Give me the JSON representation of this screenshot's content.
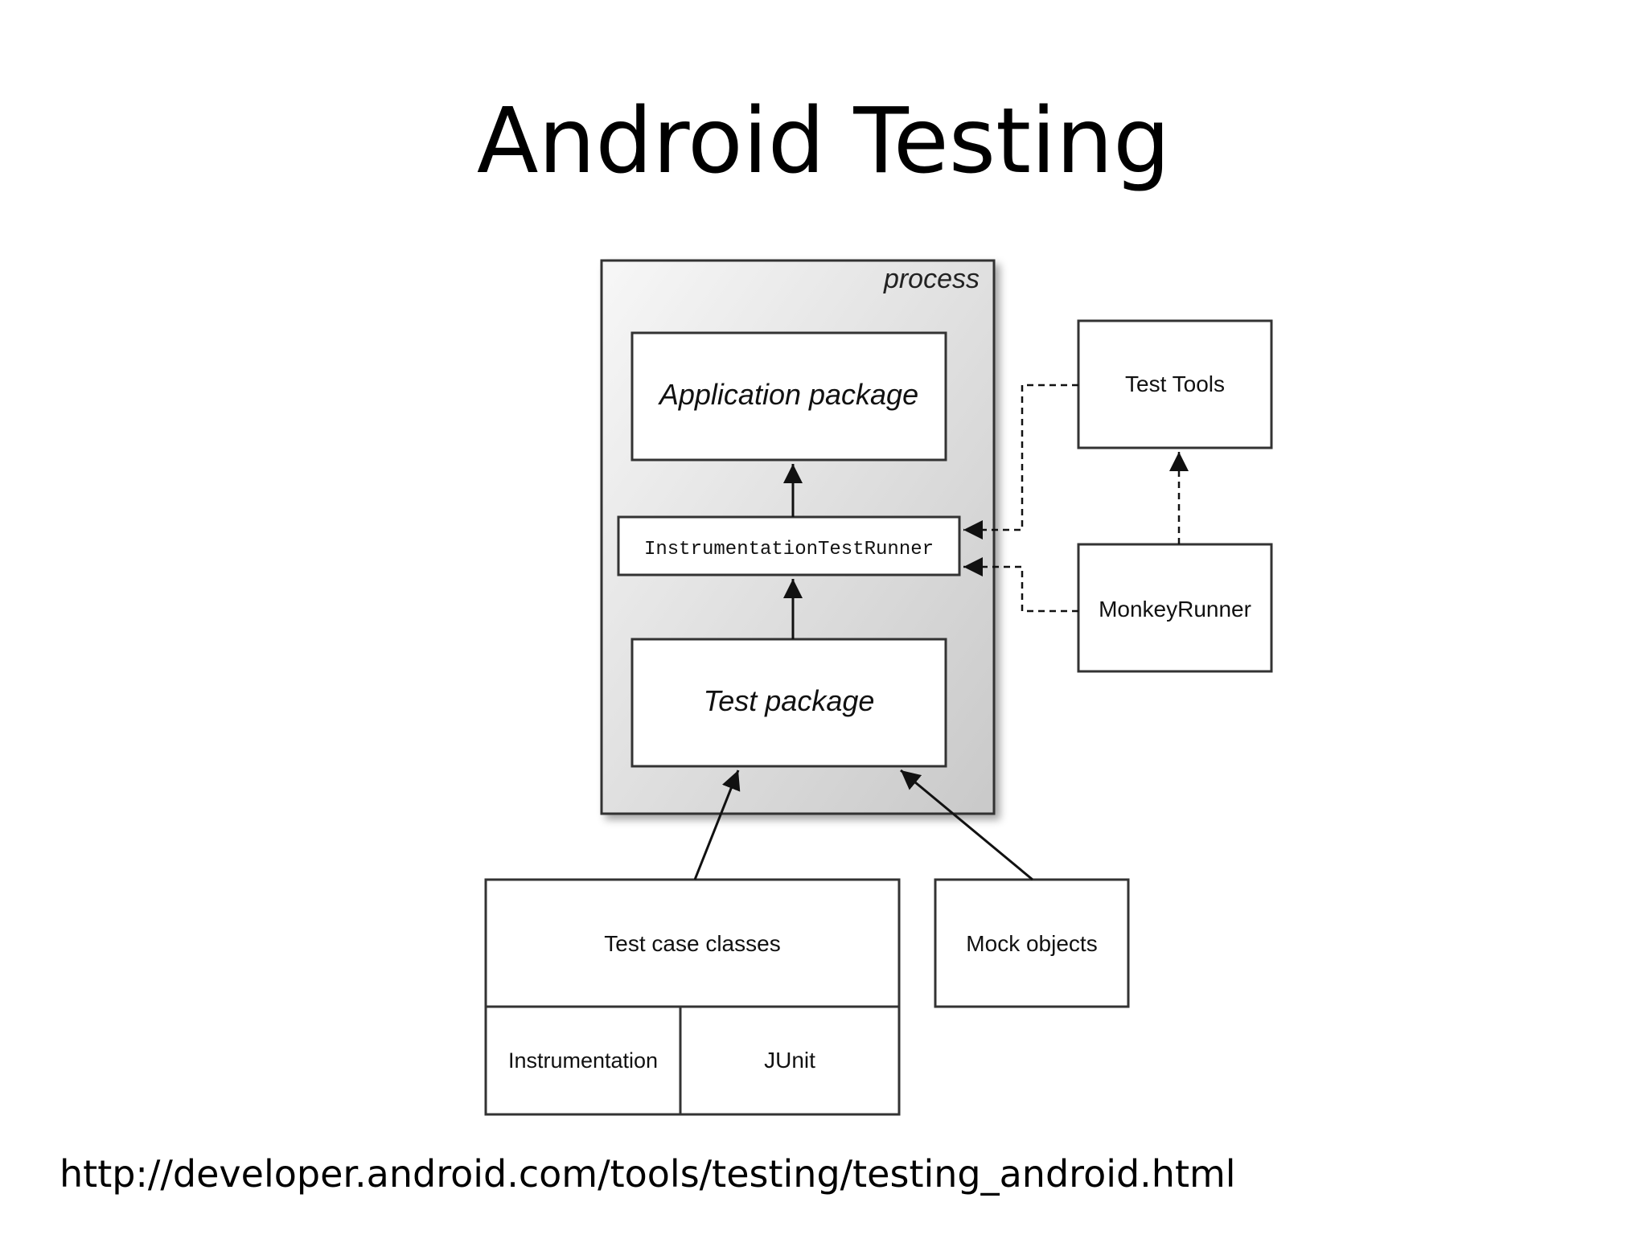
{
  "slide": {
    "title": "Android Testing",
    "source_url": "http://developer.android.com/tools/testing/testing_android.html"
  },
  "diagram": {
    "process_label": "process",
    "nodes": {
      "application_package": "Application package",
      "instrumentation_test_runner": "InstrumentationTestRunner",
      "test_package": "Test package",
      "test_tools": "Test Tools",
      "monkey_runner": "MonkeyRunner",
      "test_case_classes": "Test case classes",
      "instrumentation": "Instrumentation",
      "junit": "JUnit",
      "mock_objects": "Mock objects"
    },
    "edges": [
      {
        "from": "instrumentation_test_runner",
        "to": "application_package",
        "style": "solid"
      },
      {
        "from": "test_package",
        "to": "instrumentation_test_runner",
        "style": "solid"
      },
      {
        "from": "test_case_classes",
        "to": "test_package",
        "style": "solid"
      },
      {
        "from": "mock_objects",
        "to": "test_package",
        "style": "solid"
      },
      {
        "from": "test_tools",
        "to": "instrumentation_test_runner",
        "style": "dashed"
      },
      {
        "from": "monkey_runner",
        "to": "instrumentation_test_runner",
        "style": "dashed"
      },
      {
        "from": "monkey_runner",
        "to": "test_tools",
        "style": "dashed"
      }
    ],
    "colors": {
      "process_fill_light": "#f4f4f4",
      "process_fill_dark": "#cfcfcf",
      "stroke": "#333333"
    }
  }
}
